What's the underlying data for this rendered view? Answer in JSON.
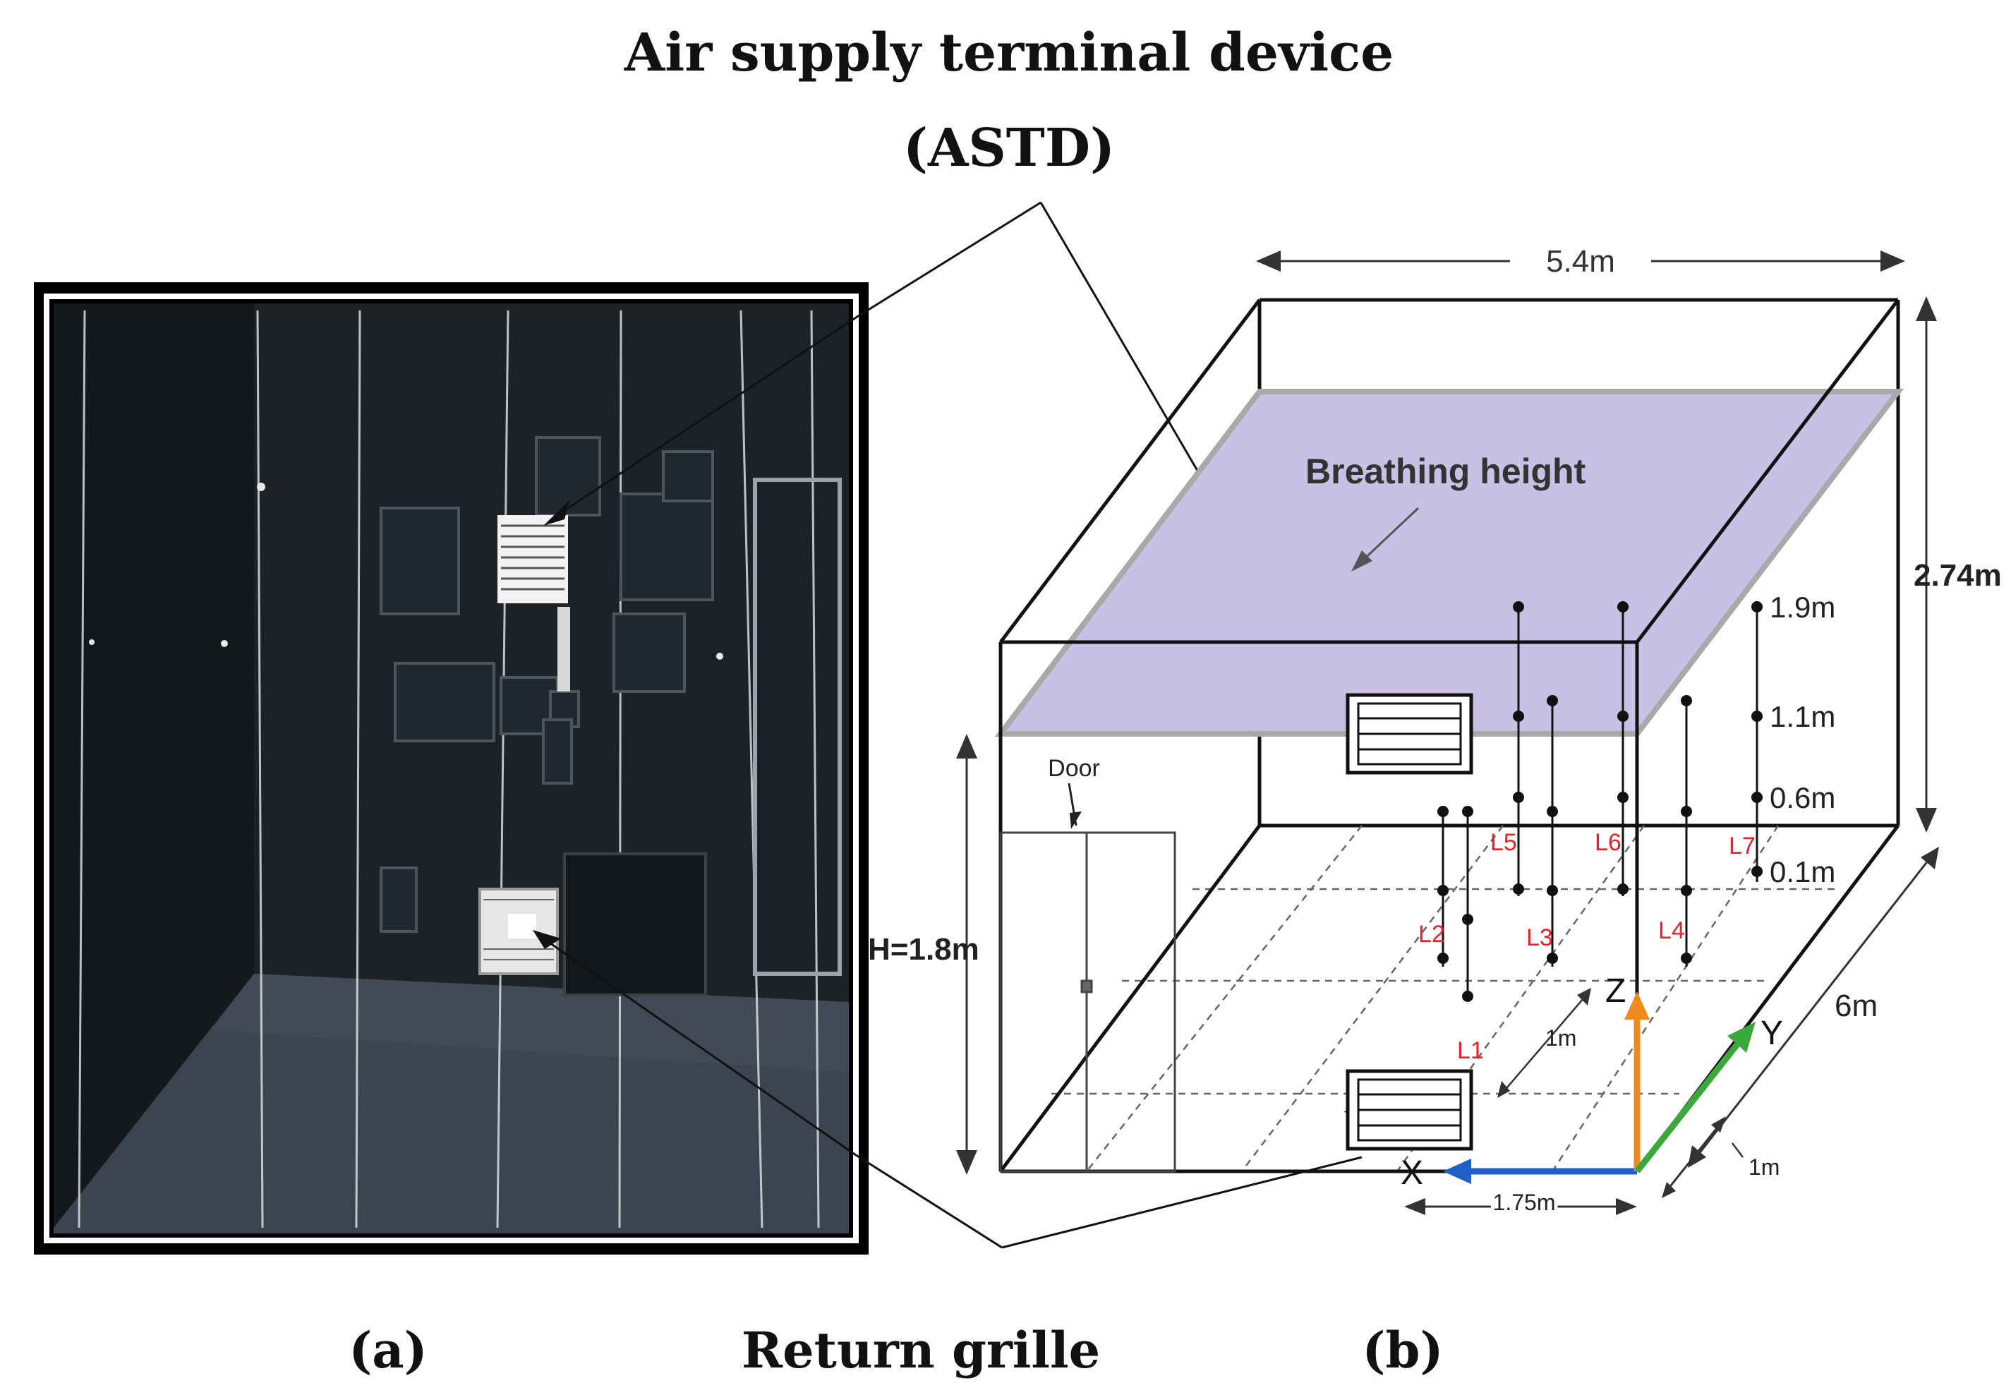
{
  "titles": {
    "top_line1": "Air supply terminal device",
    "top_line2": "(ASTD)",
    "bottom_center": "Return grille",
    "panel_a": "(a)",
    "panel_b": "(b)"
  },
  "diagram": {
    "width_dim": "5.4m",
    "height_dim": "2.74m",
    "depth_dim": "6m",
    "region_label": "Breathing height",
    "door_label": "Door",
    "h_dim": "H=1.8m",
    "grid_spacing": "1m",
    "x_offset_dim": "1.75m",
    "y_offset_dim": "1m",
    "axes": {
      "x": "X",
      "y": "Y",
      "z": "Z"
    },
    "axis_colors": {
      "x": "#1f5fc8",
      "y": "#3aa83a",
      "z": "#f08a1e"
    },
    "breathing_plane_color": "#c9c0e6",
    "heights": [
      "1.9m",
      "1.1m",
      "0.6m",
      "0.1m"
    ],
    "lines": [
      "L1",
      "L2",
      "L3",
      "L4",
      "L5",
      "L6",
      "L7"
    ],
    "line_label_color": "#e8202a"
  },
  "photo": {
    "description_colors": {
      "background": "#1b2124",
      "frame": "#000000"
    }
  }
}
